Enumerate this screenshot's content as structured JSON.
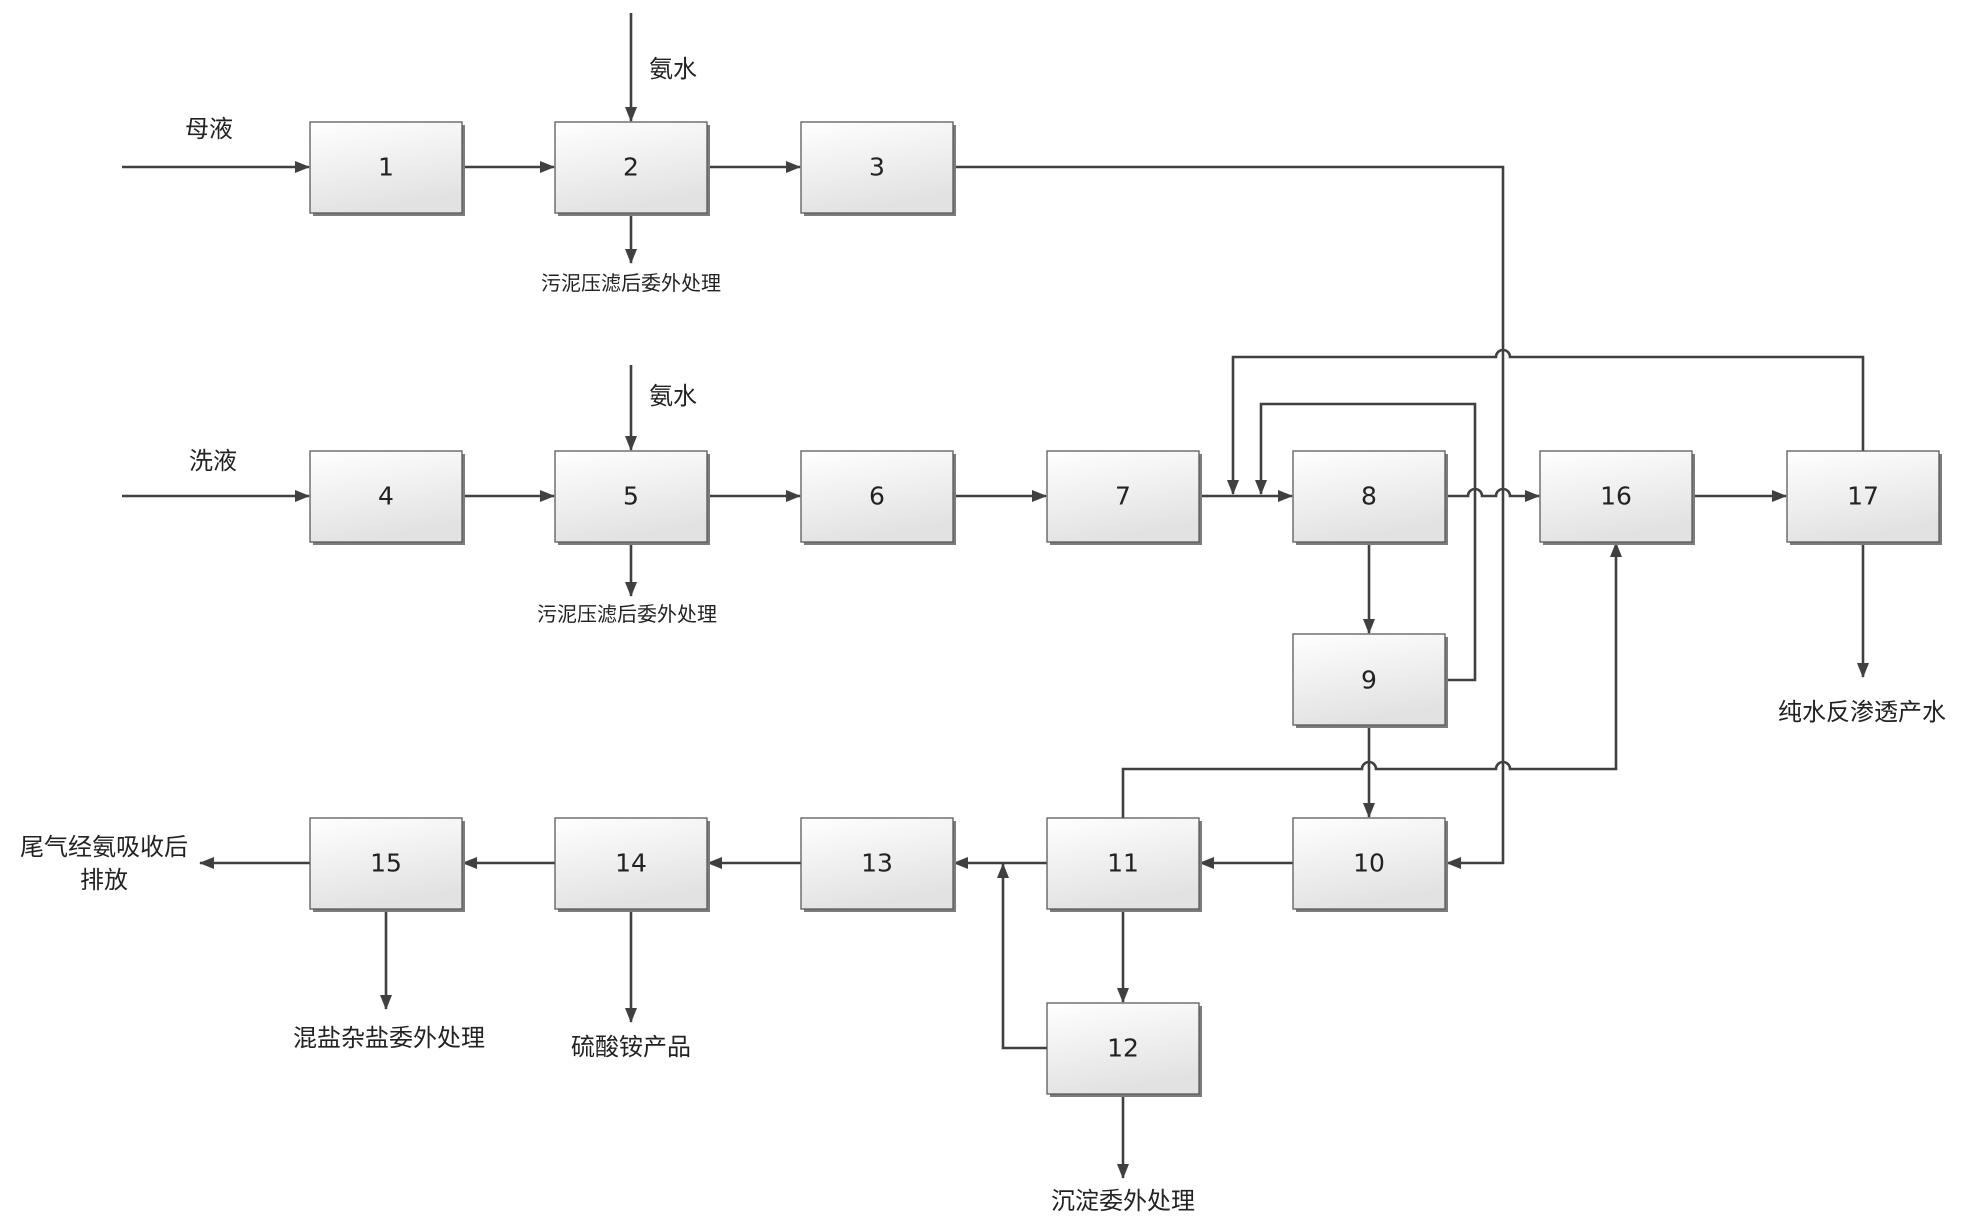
{
  "inputs": {
    "mother_liquor": "母液",
    "wash_liquor": "洗液"
  },
  "reagents": {
    "ammonia_1": "氨水",
    "ammonia_2": "氨水"
  },
  "outputs": {
    "sludge_1": "污泥压滤后委外处理",
    "sludge_2": "污泥压滤后委外处理",
    "pure_water": "纯水反渗透产水",
    "tail_gas_line1": "尾气经氨吸收后",
    "tail_gas_line2": "排放",
    "mixed_salt": "混盐杂盐委外处理",
    "ammonium_sulfate": "硫酸铵产品",
    "precipitate": "沉淀委外处理"
  },
  "boxes": {
    "b1": "1",
    "b2": "2",
    "b3": "3",
    "b4": "4",
    "b5": "5",
    "b6": "6",
    "b7": "7",
    "b8": "8",
    "b9": "9",
    "b10": "10",
    "b11": "11",
    "b12": "12",
    "b13": "13",
    "b14": "14",
    "b15": "15",
    "b16": "16",
    "b17": "17"
  },
  "colors": {
    "line": "#404040",
    "box_border": "#5a5a5a",
    "box_fill_top": "#ffffff",
    "box_fill_bottom": "#e2e2e2",
    "box_shadow": "#7c7c7c"
  }
}
